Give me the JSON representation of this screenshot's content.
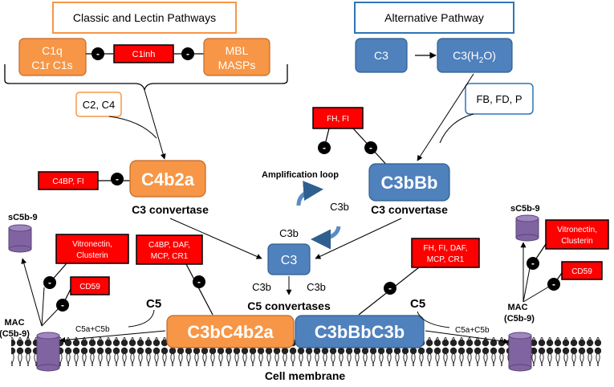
{
  "headers": {
    "classic": "Classic and Lectin Pathways",
    "alternative": "Alternative Pathway"
  },
  "classic": {
    "c1q_line1": "C1q",
    "c1q_line2": "C1r C1s",
    "c1inh": "C1inh",
    "mbl_line1": "MBL",
    "mbl_line2": "MASPs",
    "c2c4": "C2, C4",
    "c4b2a": "C4b2a",
    "c4bp_fi": "C4BP, FI",
    "c3_convertase": "C3 convertase"
  },
  "alternative": {
    "c3": "C3",
    "c3h2o_main": "C3(H",
    "c3h2o_sub": "2",
    "c3h2o_end": "O)",
    "fb_fd_p": "FB, FD, P",
    "fh_fi": "FH, FI",
    "amplification": "Amplification loop",
    "c3b_loop_a": "C3b",
    "c3b_loop_b": "C3b",
    "c3bbb": "C3bBb",
    "c3_convertase": "C3 convertase"
  },
  "center": {
    "c3": "C3",
    "c3b_left": "C3b",
    "c3b_right": "C3b",
    "c5_convertases": "C5 convertases",
    "c3bc4b2a": "C3bC4b2a",
    "c3bbbc3b": "C3bBbC3b",
    "reg_left_line1": "C4BP, DAF,",
    "reg_left_line2": "MCP, CR1",
    "reg_right_line1": "FH, FI, DAF,",
    "reg_right_line2": "MCP, CR1"
  },
  "left_mac": {
    "sc5b9": "sC5b-9",
    "vitronectin": "Vitronectin,",
    "clusterin": "Clusterin",
    "cd59": "CD59",
    "c5": "C5",
    "c5a_c5b": "C5a+C5b",
    "mac_line1": "MAC",
    "mac_line2": "(C5b-9)"
  },
  "right_mac": {
    "sc5b9": "sC5b-9",
    "vitronectin": "Vitronectin,",
    "clusterin": "Clusterin",
    "cd59": "CD59",
    "c5": "C5",
    "c5a_c5b": "C5a+C5b",
    "mac_line1": "MAC",
    "mac_line2": "(C5b-9)"
  },
  "membrane": "Cell membrane",
  "inhibit_symbol": "-",
  "colors": {
    "orange": "#f79646",
    "blue": "#4f81bd",
    "blue_dark": "#2f5f8f",
    "red": "#ff0000",
    "purple": "#8064a2",
    "black": "#000000"
  }
}
